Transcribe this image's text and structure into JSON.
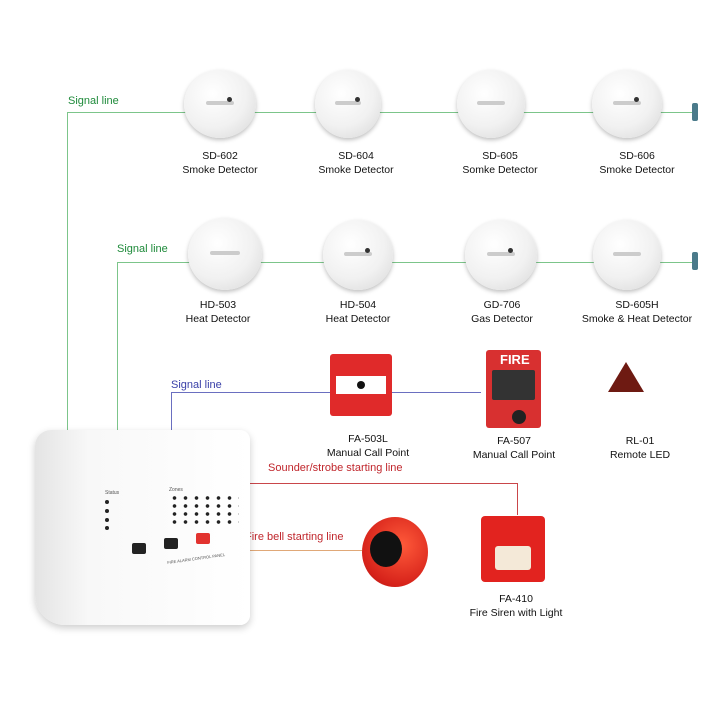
{
  "signal_lines": [
    "Signal line",
    "Signal line",
    "Signal line"
  ],
  "row1": [
    {
      "model": "SD-602",
      "name": "Smoke Detector"
    },
    {
      "model": "SD-604",
      "name": "Smoke Detector"
    },
    {
      "model": "SD-605",
      "name": "Somke Detector"
    },
    {
      "model": "SD-606",
      "name": "Smoke Detector"
    }
  ],
  "row2": [
    {
      "model": "HD-503",
      "name": "Heat Detector"
    },
    {
      "model": "HD-504",
      "name": "Heat Detector"
    },
    {
      "model": "GD-706",
      "name": "Gas Detector"
    },
    {
      "model": "SD-605H",
      "name": "Smoke & Heat Detector"
    }
  ],
  "row3": [
    {
      "model": "FA-503L",
      "name": "Manual Call Point"
    },
    {
      "model": "FA-507",
      "name": "Manual Call Point"
    },
    {
      "model": "RL-01",
      "name": "Remote LED"
    }
  ],
  "sounder_line": "Sounder/strobe starting line",
  "bell_line": "Fire bell starting line",
  "siren": {
    "model": "FA-410",
    "name": "Fire Siren with Light"
  },
  "call_point_fire": "FIRE",
  "panel": {
    "status": "Status",
    "zones": "Zones",
    "title": "FIRE ALARM CONTROL PANEL"
  },
  "colors": {
    "signal": "#7cc58a",
    "blue": "#6a6fc0",
    "red": "#c9464a",
    "text_red": "#c0262c"
  }
}
